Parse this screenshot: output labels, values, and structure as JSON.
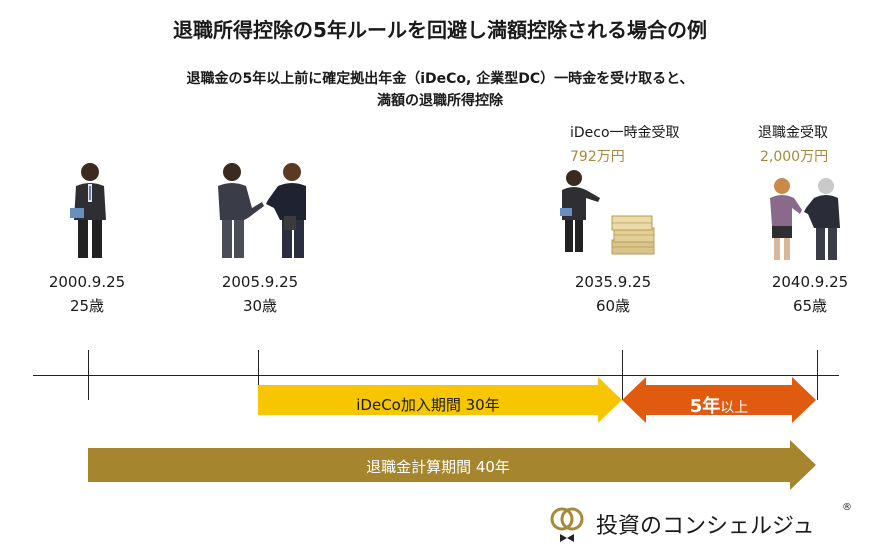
{
  "title": "退職所得控除の5年ルールを回避し満額控除される場合の例",
  "subtitle_line1": "退職金の5年以上前に確定拠出年金（iDeCo, 企業型DC）一時金を受け取ると、",
  "subtitle_line2": "満額の退職所得控除",
  "events": [
    {
      "label": "iDeco一時金受取",
      "amount": "792万円"
    },
    {
      "label": "退職金受取",
      "amount": "2,000万円"
    }
  ],
  "dates": [
    {
      "date": "2000.9.25",
      "age": "25歳"
    },
    {
      "date": "2005.9.25",
      "age": "30歳"
    },
    {
      "date": "2035.9.25",
      "age": "60歳"
    },
    {
      "date": "2040.9.25",
      "age": "65歳"
    }
  ],
  "bars": {
    "ideco": "iDeCo加入期間 30年",
    "five_years_big": "5年",
    "five_years_small": "以上",
    "retirement": "退職金計算期間 40年"
  },
  "brand": {
    "name": "投資のコンシェルジュ",
    "mark": "®"
  },
  "colors": {
    "ideco_bar": "#f7c600",
    "five_bar": "#e05a10",
    "retire_bar": "#a5852e",
    "amount_text": "#a8893a"
  }
}
